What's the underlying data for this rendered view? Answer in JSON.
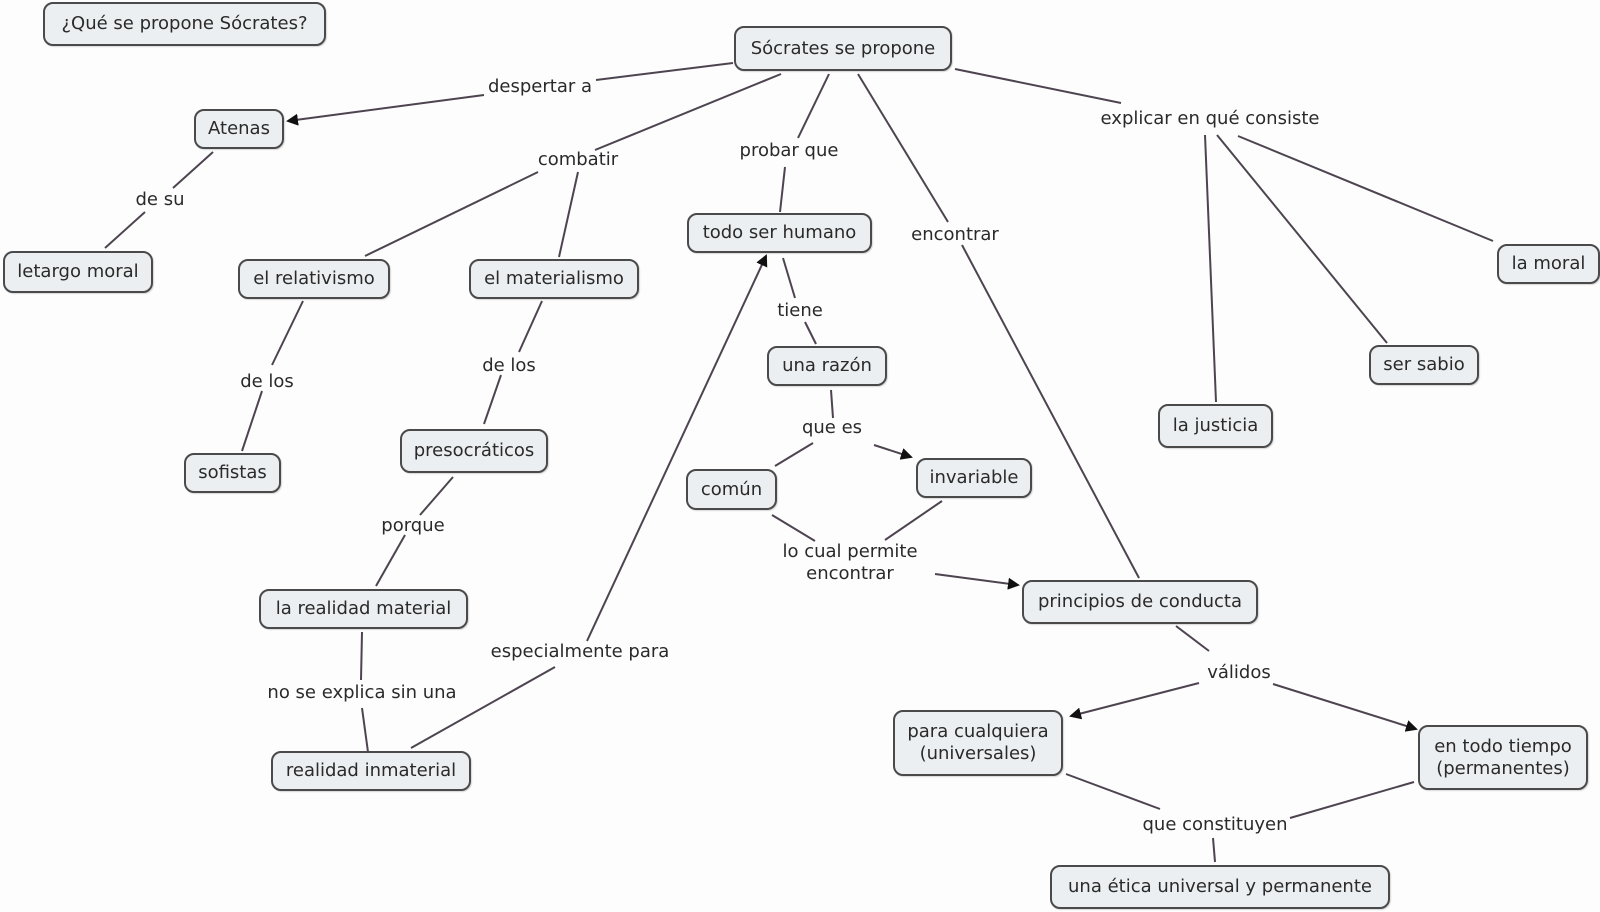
{
  "title": "¿Qué se propone Sócrates?",
  "concepts": {
    "root": "Sócrates se propone",
    "atenas": "Atenas",
    "letargo": "letargo moral",
    "relativismo": "el relativismo",
    "materialismo": "el materialismo",
    "sofistas": "sofistas",
    "presocraticos": "presocráticos",
    "realidad_material": "la realidad material",
    "realidad_inmaterial": "realidad inmaterial",
    "todo_ser_humano": "todo ser humano",
    "razon": "una razón",
    "comun": "común",
    "invariable": "invariable",
    "principios": "principios de conducta",
    "universales": "para cualquiera\n(universales)",
    "permanentes": "en todo tiempo\n(permanentes)",
    "etica": "una ética universal y permanente",
    "moral": "la moral",
    "sabio": "ser sabio",
    "justicia": "la justicia"
  },
  "linking_phrases": {
    "despertar": "despertar a",
    "de_su": "de su",
    "combatir": "combatir",
    "de_los_1": "de los",
    "de_los_2": "de los",
    "porque": "porque",
    "no_se_explica": "no se explica sin una",
    "especialmente": "especialmente para",
    "probar": "probar que",
    "tiene": "tiene",
    "que_es": "que es",
    "lo_cual": "lo cual permite\nencontrar",
    "encontrar": "encontrar",
    "validos": "válidos",
    "que_constituyen": "que constituyen",
    "explicar": "explicar en qué consiste"
  },
  "colors": {
    "node_fill": "#eceff1",
    "node_border": "#4a4a4a",
    "line": "#4d4450",
    "text": "#2a2a2a"
  }
}
